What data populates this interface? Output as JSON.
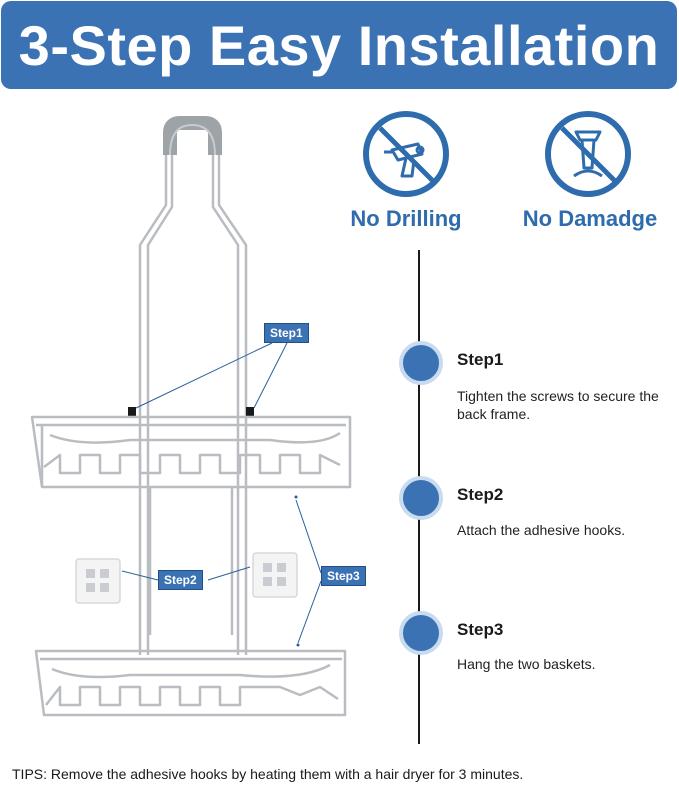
{
  "banner": {
    "title": "3-Step Easy Installation"
  },
  "badges": [
    {
      "label": "No Drilling",
      "icon": "no-drill-icon"
    },
    {
      "label": "No Damadge",
      "icon": "no-screw-icon"
    }
  ],
  "callouts": {
    "step1": "Step1",
    "step2": "Step2",
    "step3": "Step3"
  },
  "steps": [
    {
      "title": "Step1",
      "description": "Tighten the screws to secure the back frame."
    },
    {
      "title": "Step2",
      "description": "Attach the adhesive hooks."
    },
    {
      "title": "Step3",
      "description": "Hang the two baskets."
    }
  ],
  "tips": "TIPS: Remove the adhesive hooks by heating them with a hair dryer for 3 minutes.",
  "colors": {
    "accent": "#3b72b3",
    "accent_light": "#c9dbef",
    "text": "#1a1a1a"
  }
}
